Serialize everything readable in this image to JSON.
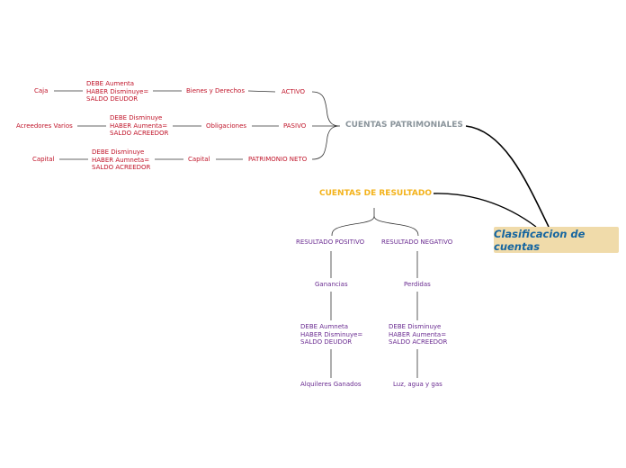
{
  "central": "Clasificacion de cuentas",
  "patrimoniales": {
    "title": "CUENTAS PATRIMONIALES",
    "activo": {
      "label": "ACTIVO",
      "sub": "Bienes y Derechos",
      "rule": "DEBE Aumenta\nHABER Disminuye=\nSALDO DEUDOR",
      "example": "Caja"
    },
    "pasivo": {
      "label": "PASIVO",
      "sub": "Obligaciones",
      "rule": "DEBE Disminuye\nHABER Aumenta=\nSALDO ACREEDOR",
      "example": "Acreedores Varios"
    },
    "patrimonio": {
      "label": "PATRIMONIO NETO",
      "sub": "Capital",
      "rule": "DEBE Disminuye\nHABER Aumneta=\nSALDO ACREEDOR",
      "example": "Capital"
    }
  },
  "resultado": {
    "title": "CUENTAS DE RESULTADO",
    "positivo": {
      "label": "RESULTADO POSITIVO",
      "sub": "Ganancias",
      "rule": "DEBE Aumneta\nHABER Disminuye=\nSALDO DEUDOR",
      "example": "Alquileres Ganados"
    },
    "negativo": {
      "label": "RESULTADO NEGATIVO",
      "sub": "Perdidas",
      "rule": "DEBE Disminuye\nHABER Aumenta=\nSALDO ACREEDOR",
      "example": "Luz, agua y gas"
    }
  },
  "colors": {
    "central_bg": "#f0dbaa",
    "central_text": "#1565a0",
    "patrimoniales": "#8a949b",
    "resultado": "#f3b21a",
    "branch_red": "#c0152a",
    "branch_purple": "#6a2c91",
    "connector": "#000000"
  }
}
